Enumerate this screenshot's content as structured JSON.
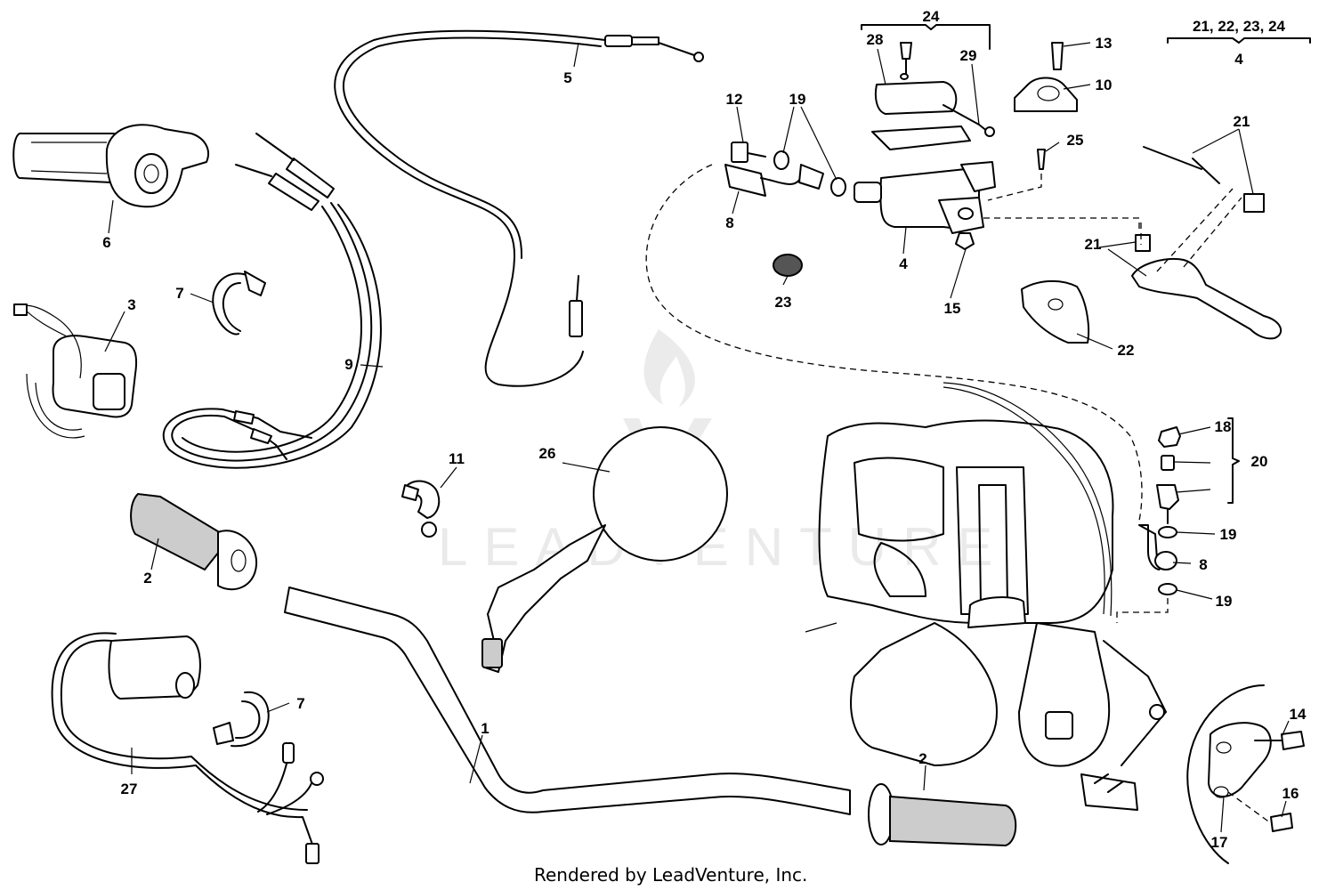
{
  "watermark": "LEADVENTURE",
  "footer": "Rendered by LeadVenture, Inc.",
  "callouts": {
    "handlebar": "1",
    "grip_left": "2",
    "grip_right": "2",
    "switch": "3",
    "master_cylinder": "4",
    "master_cylinder_group": "4",
    "throttle_cable": "5",
    "throttle": "6",
    "clamp_upper": "7",
    "clamp_lower": "7",
    "banjo_top": "8",
    "banjo_bottom": "8",
    "cable_set": "9",
    "clamp_half": "10",
    "cable_clip": "11",
    "bolt_12": "12",
    "bolt_13": "13",
    "bolt_14": "14",
    "nut_15": "15",
    "bolt_16": "16",
    "slave_cylinder": "17",
    "bleeder_cap": "18",
    "washer_top_a": "19",
    "washer_bottom_a": "19",
    "washer_bottom_b": "19",
    "bleeder_group": "20",
    "lever_kit_group": "21, 22, 23, 24",
    "lever_parts": "21",
    "bushing": "21",
    "lever_guard": "22",
    "plug": "23",
    "cover_group": "24",
    "screw_25": "25",
    "mirror": "26",
    "wiring_switch": "27",
    "cover": "28",
    "screw_29": "29"
  }
}
